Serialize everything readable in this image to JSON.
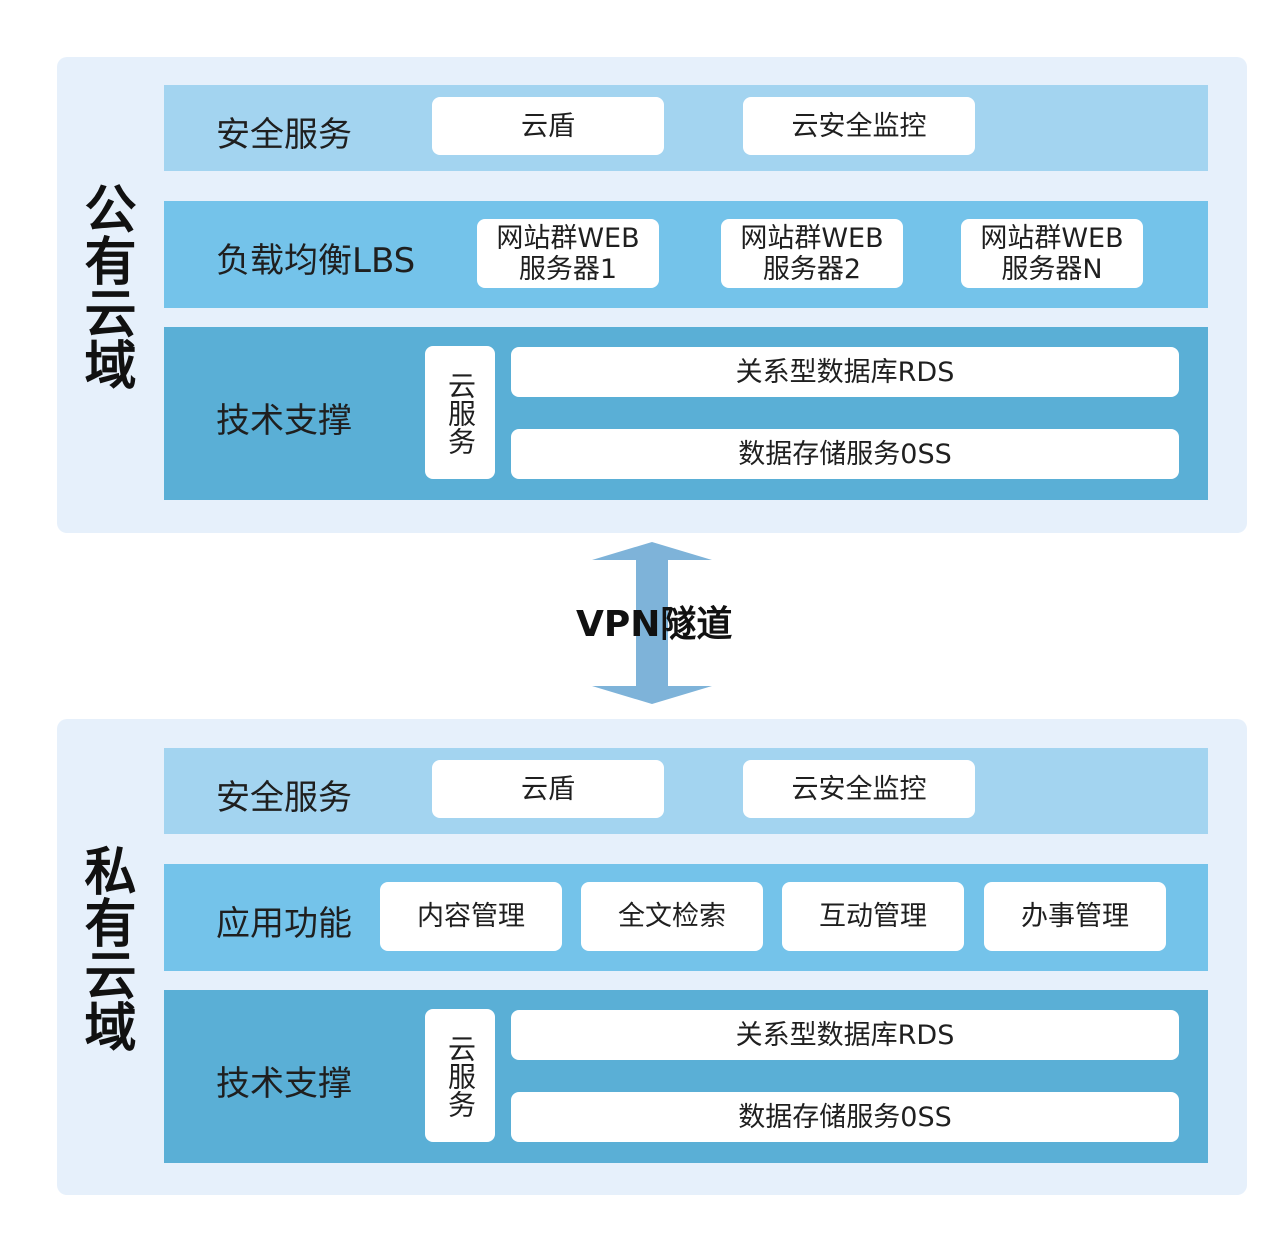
{
  "public_domain": {
    "title": "公有云域",
    "security": {
      "label": "安全服务",
      "items": [
        "云盾",
        "云安全监控"
      ]
    },
    "lbs": {
      "label": "负载均衡LBS",
      "items": [
        "网站群WEB\n服务器1",
        "网站群WEB\n服务器2",
        "网站群WEB\n服务器N"
      ]
    },
    "tech": {
      "label": "技术支撑",
      "cloud_service": "云服务",
      "items": [
        "关系型数据库RDS",
        "数据存储服务0SS"
      ]
    }
  },
  "vpn": {
    "label": "VPN隧道"
  },
  "private_domain": {
    "title": "私有云域",
    "security": {
      "label": "安全服务",
      "items": [
        "云盾",
        "云安全监控"
      ]
    },
    "app": {
      "label": "应用功能",
      "items": [
        "内容管理",
        "全文检索",
        "互动管理",
        "办事管理"
      ]
    },
    "tech": {
      "label": "技术支撑",
      "cloud_service": "云服务",
      "items": [
        "关系型数据库RDS",
        "数据存储服务0SS"
      ]
    }
  },
  "colors": {
    "panel_bg": "#e6f0fb",
    "row_light": "#a3d4f0",
    "row_mid": "#74c3ea",
    "row_dark": "#5aafd6",
    "arrow": "#7eb3d9"
  }
}
